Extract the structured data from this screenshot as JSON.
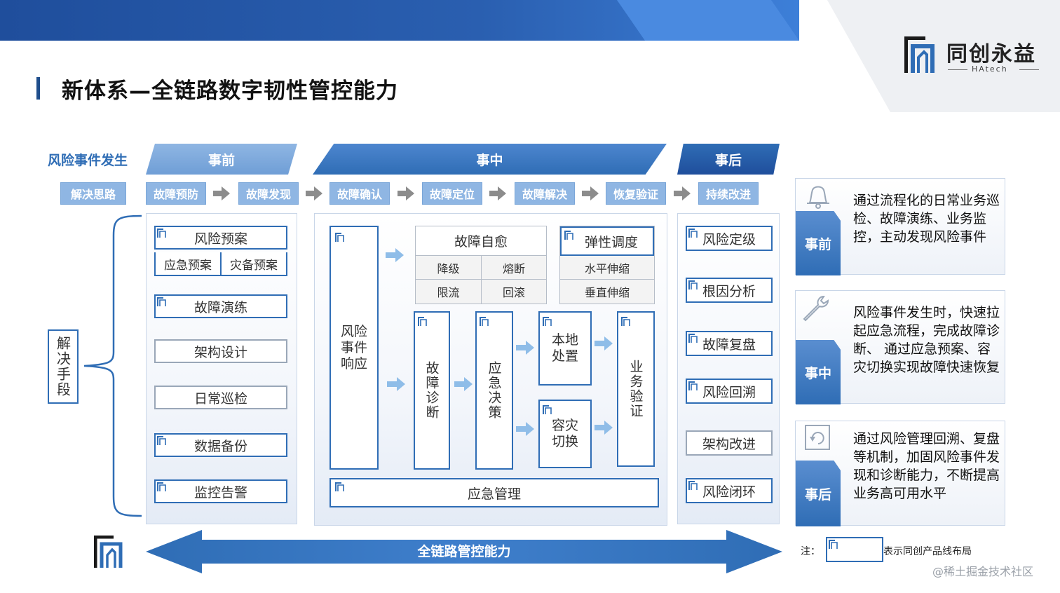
{
  "title": "新体系—全链路数字韧性管控能力",
  "logo": {
    "name": "同创永益",
    "sub": "HAtech"
  },
  "phase_label": "风险事件发生",
  "phases": {
    "before": "事前",
    "during": "事中",
    "after": "事后"
  },
  "approach": {
    "label": "解决思路",
    "steps": [
      "故障预防",
      "故障发现",
      "故障确认",
      "故障定位",
      "故障解决",
      "恢复验证",
      "持续改进"
    ]
  },
  "means_label": "解决手段",
  "before_panel": {
    "risk_plan": "风险预案",
    "emergency_plan": "应急预案",
    "dr_plan": "灾备预案",
    "drill": "故障演练",
    "arch_design": "架构设计",
    "patrol": "日常巡检",
    "backup": "数据备份",
    "monitor": "监控告警"
  },
  "during_panel": {
    "risk_response": "风险事件响应",
    "self_heal": "故障自愈",
    "degrade": "降级",
    "circuit": "熔断",
    "ratelimit": "限流",
    "rollback": "回滚",
    "elastic": "弹性调度",
    "h_scale": "水平伸缩",
    "v_scale": "垂直伸缩",
    "diagnose": "故障诊断",
    "decision": "应急决策",
    "local": "本地处置",
    "dr_switch": "容灾切换",
    "verify": "业务验证",
    "emergency_mgmt": "应急管理"
  },
  "after_panel": {
    "grading": "风险定级",
    "rca": "根因分析",
    "review": "故障复盘",
    "trace": "风险回溯",
    "arch_improve": "架构改进",
    "closed_loop": "风险闭环"
  },
  "cards": [
    {
      "tag": "事前",
      "icon": "bell-icon",
      "text": "通过流程化的日常业务巡检、故障演练、业务监控，主动发现风险事件"
    },
    {
      "tag": "事中",
      "icon": "wrench-icon",
      "text": "风险事件发生时，快速拉起应急流程，完成故障诊断、 通过应急预案、容灾切换实现故障快速恢复"
    },
    {
      "tag": "事后",
      "icon": "refresh-icon",
      "text": "通过风险管理回溯、复盘等机制，加固风险事件发现和诊断能力，不断提高业务高可用水平"
    }
  ],
  "capability": "全链路管控能力",
  "note": {
    "prefix": "注：",
    "text": "表示同创产品线布局"
  },
  "watermark": "@稀土掘金技术社区",
  "colors": {
    "primary": "#2f6db5",
    "light": "#8fb6e3",
    "dark": "#1f4e8c"
  }
}
